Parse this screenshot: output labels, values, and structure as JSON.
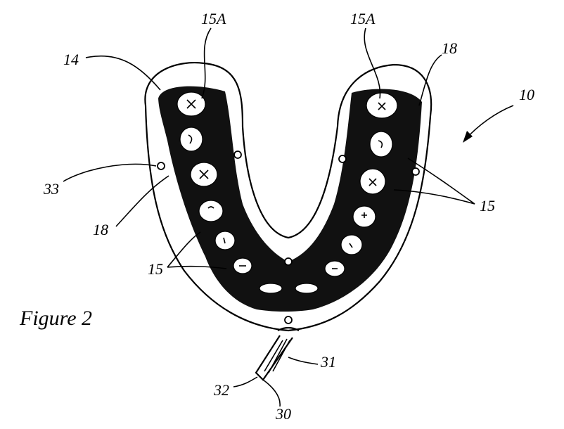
{
  "figure": {
    "caption": "Figure 2",
    "labels": {
      "ref_10": "10",
      "ref_14": "14",
      "ref_15a_left": "15A",
      "ref_15a_right": "15A",
      "ref_18_left": "18",
      "ref_18_right": "18",
      "ref_33": "33",
      "ref_15_left": "15",
      "ref_15_right": "15",
      "ref_31": "31",
      "ref_32": "32",
      "ref_30": "30"
    }
  }
}
